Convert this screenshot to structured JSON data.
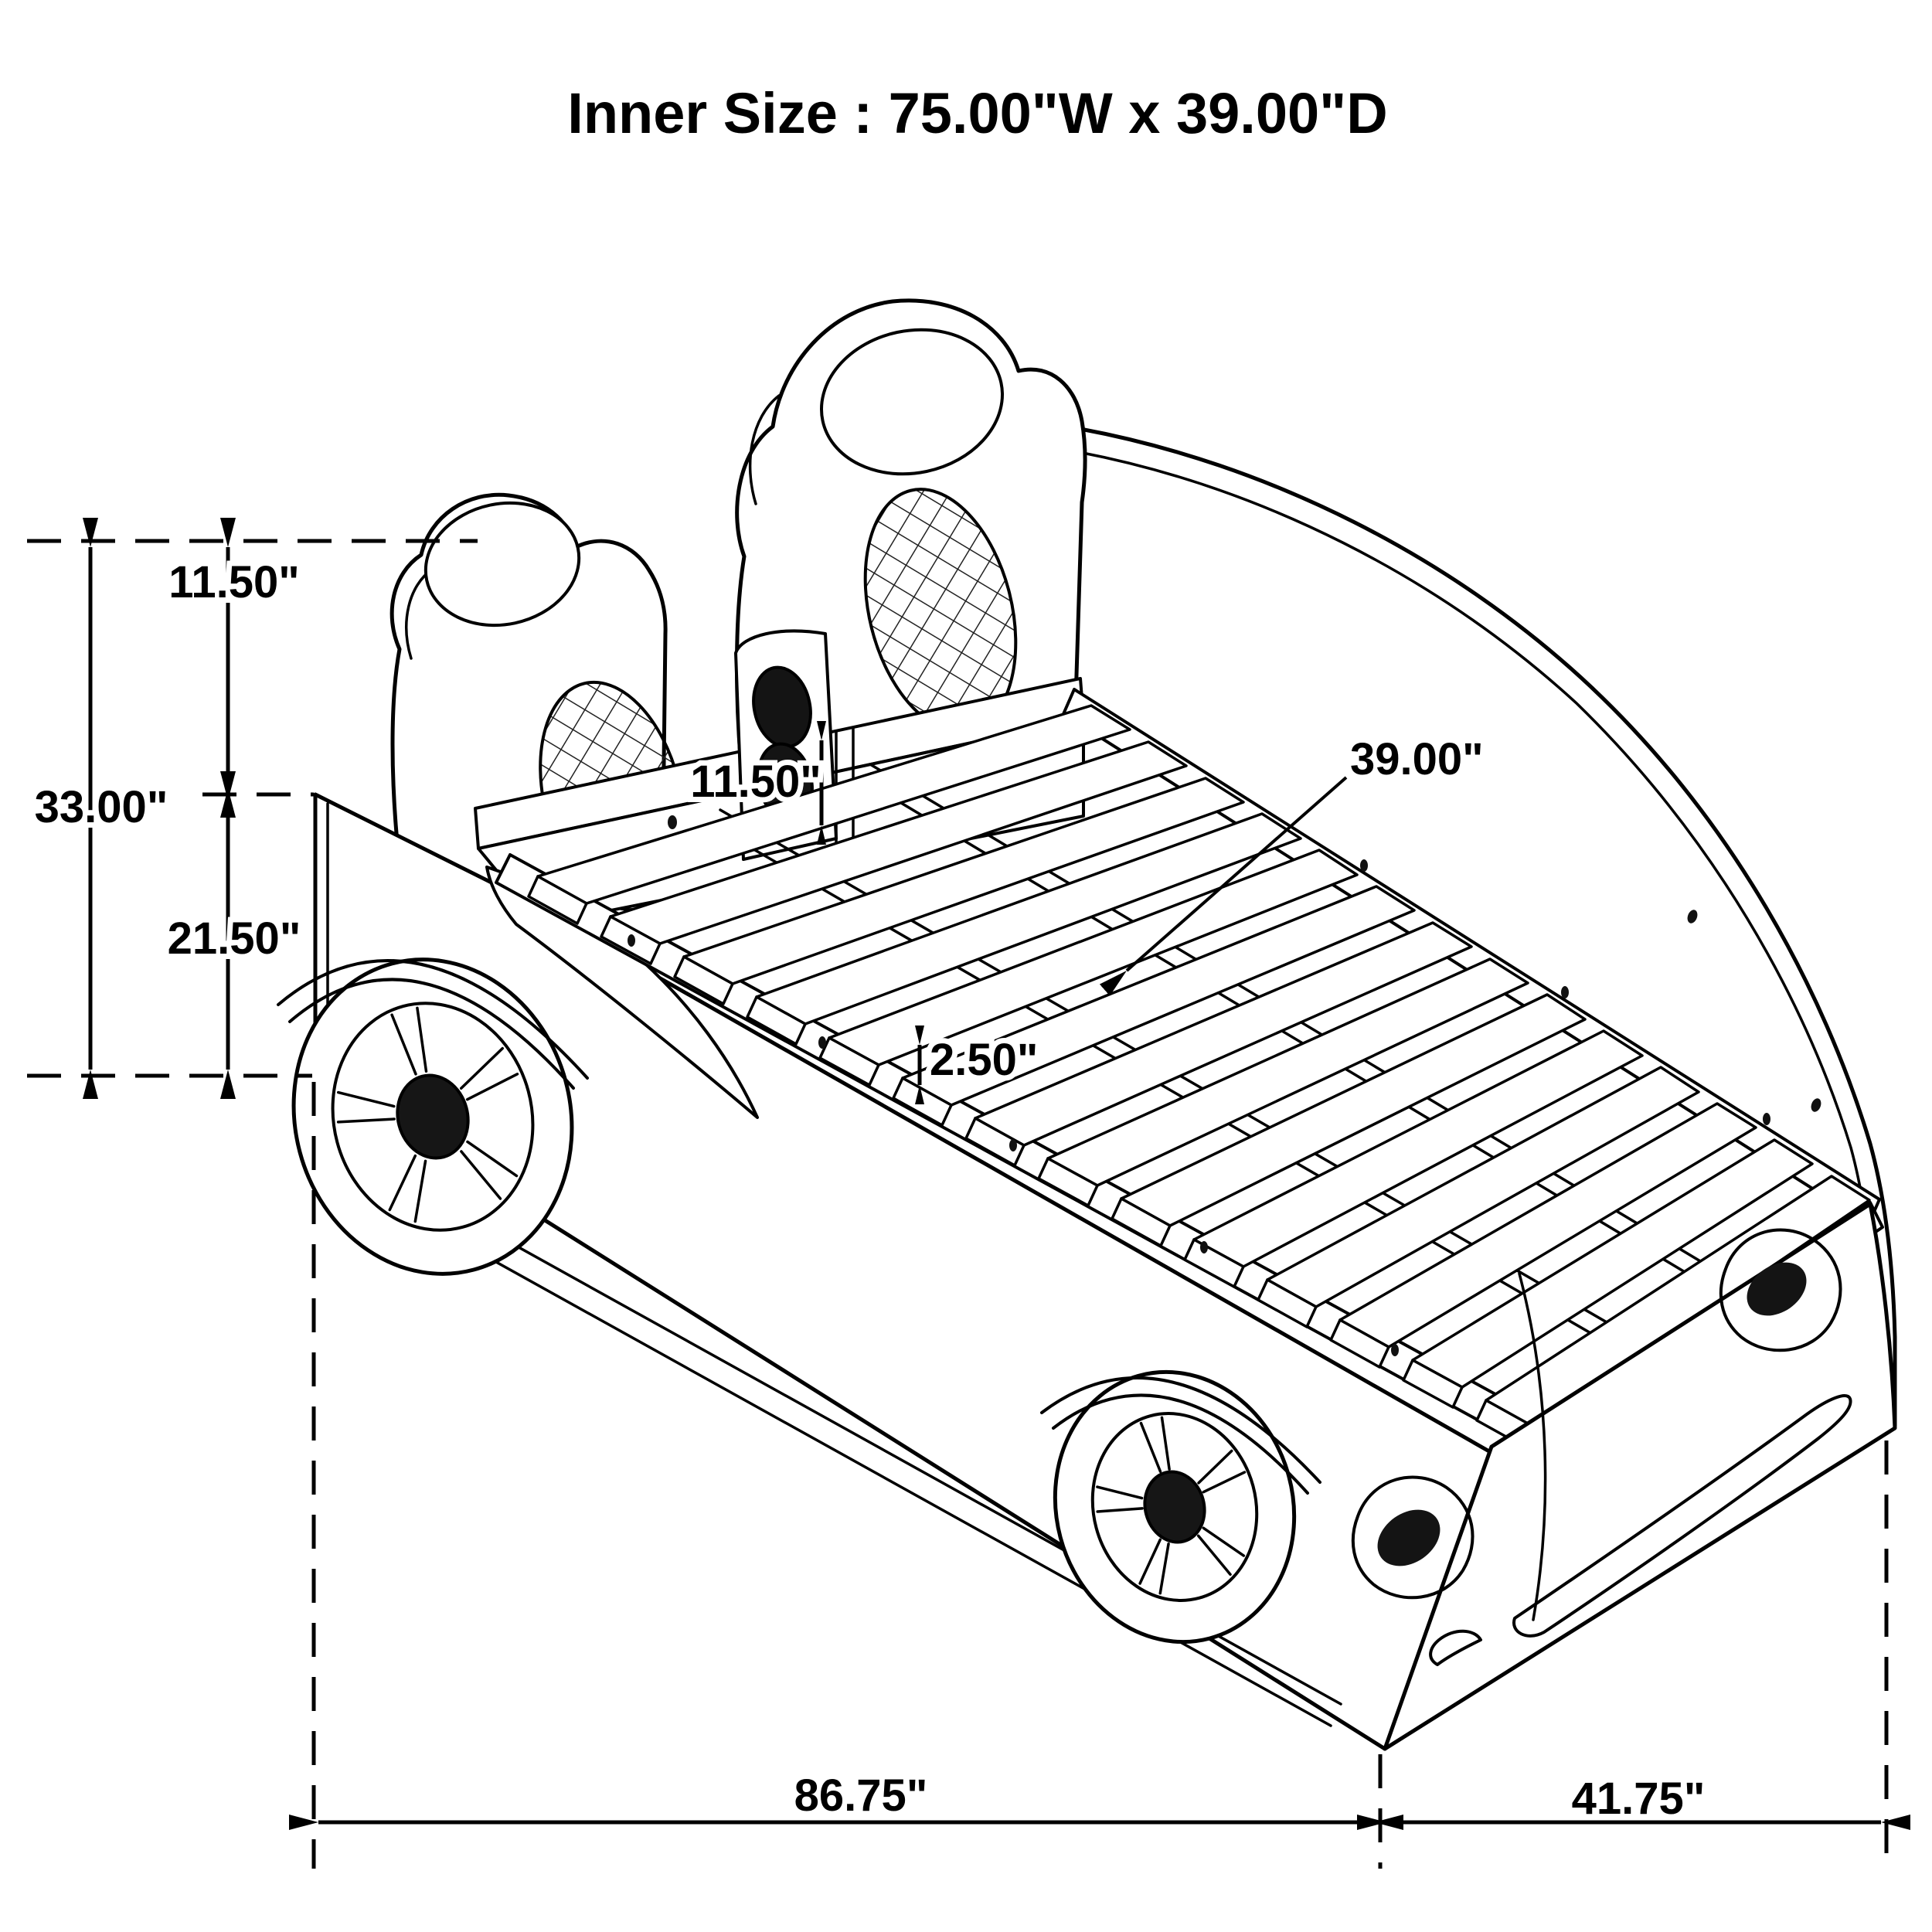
{
  "title": "Inner Size : 75.00\"W x 39.00\"D",
  "dimensions": {
    "overall_height": "33.00\"",
    "headboard_top_to_rail": "11.50\"",
    "rail_to_floor": "21.50\"",
    "headboard_panel_height": "11.50\"",
    "inner_depth": "39.00\"",
    "slat_thickness": "2.50\"",
    "overall_length": "86.75\"",
    "overall_width": "41.75\""
  },
  "drawing": {
    "subject": "race-car twin bed isometric line drawing",
    "line_color": "#000000",
    "background_color": "#ffffff"
  }
}
